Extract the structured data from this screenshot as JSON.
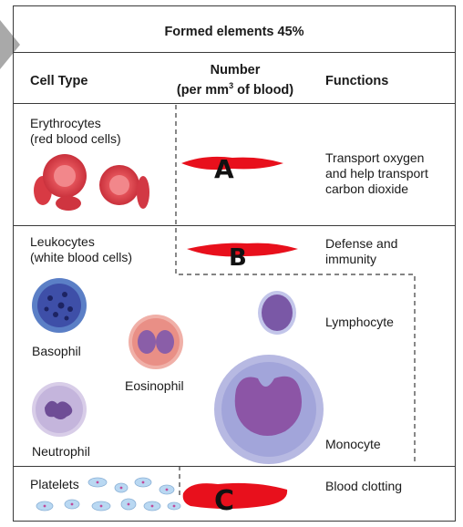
{
  "title": "Formed elements 45%",
  "columns": {
    "cell_type": "Cell Type",
    "number_line1": "Number",
    "number_line2_pre": "(per mm",
    "number_sup": "3",
    "number_line2_post": " of blood)",
    "functions": "Functions"
  },
  "rows": {
    "erythrocytes": {
      "name_line1": "Erythrocytes",
      "name_line2": "(red blood cells)",
      "redacted_label": "A",
      "function_lines": [
        "Transport oxygen",
        "and help transport",
        "carbon dioxide"
      ]
    },
    "leukocytes": {
      "name_line1": "Leukocytes",
      "name_line2": "(white blood cells)",
      "redacted_label": "B",
      "function_lines": [
        "Defense and",
        "immunity"
      ],
      "subtypes": {
        "basophil": "Basophil",
        "eosinophil": "Eosinophil",
        "neutrophil": "Neutrophil",
        "lymphocyte": "Lymphocyte",
        "monocyte": "Monocyte"
      }
    },
    "platelets": {
      "name": "Platelets",
      "redacted_label": "C",
      "function": "Blood clotting"
    }
  },
  "colors": {
    "border": "#3a3a3a",
    "marker_red": "#e8101c",
    "arrow_gray": "#a9a9a9"
  }
}
